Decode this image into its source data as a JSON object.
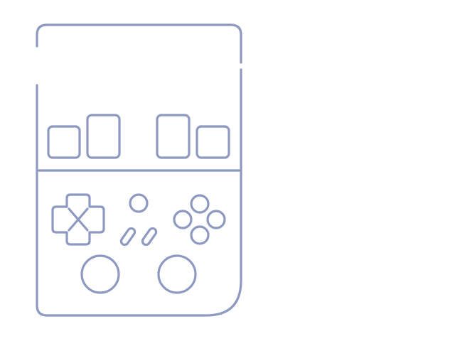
{
  "illustration": {
    "icon_name": "handheld-game-console-icon",
    "stroke_color": "#8e99c1",
    "background_color": "#ffffff",
    "parts": {
      "top_half": "screen-area",
      "shoulder_buttons": [
        "left-small-shoulder",
        "left-tall-shoulder",
        "right-tall-shoulder",
        "right-small-shoulder"
      ],
      "dpad": "dpad-icon",
      "center_button": "home-button",
      "pill_buttons": [
        "select-button",
        "start-button"
      ],
      "face_buttons": [
        "face-button-top",
        "face-button-left",
        "face-button-right",
        "face-button-bottom"
      ],
      "analog_sticks": [
        "left-analog-stick",
        "right-analog-stick"
      ]
    }
  }
}
